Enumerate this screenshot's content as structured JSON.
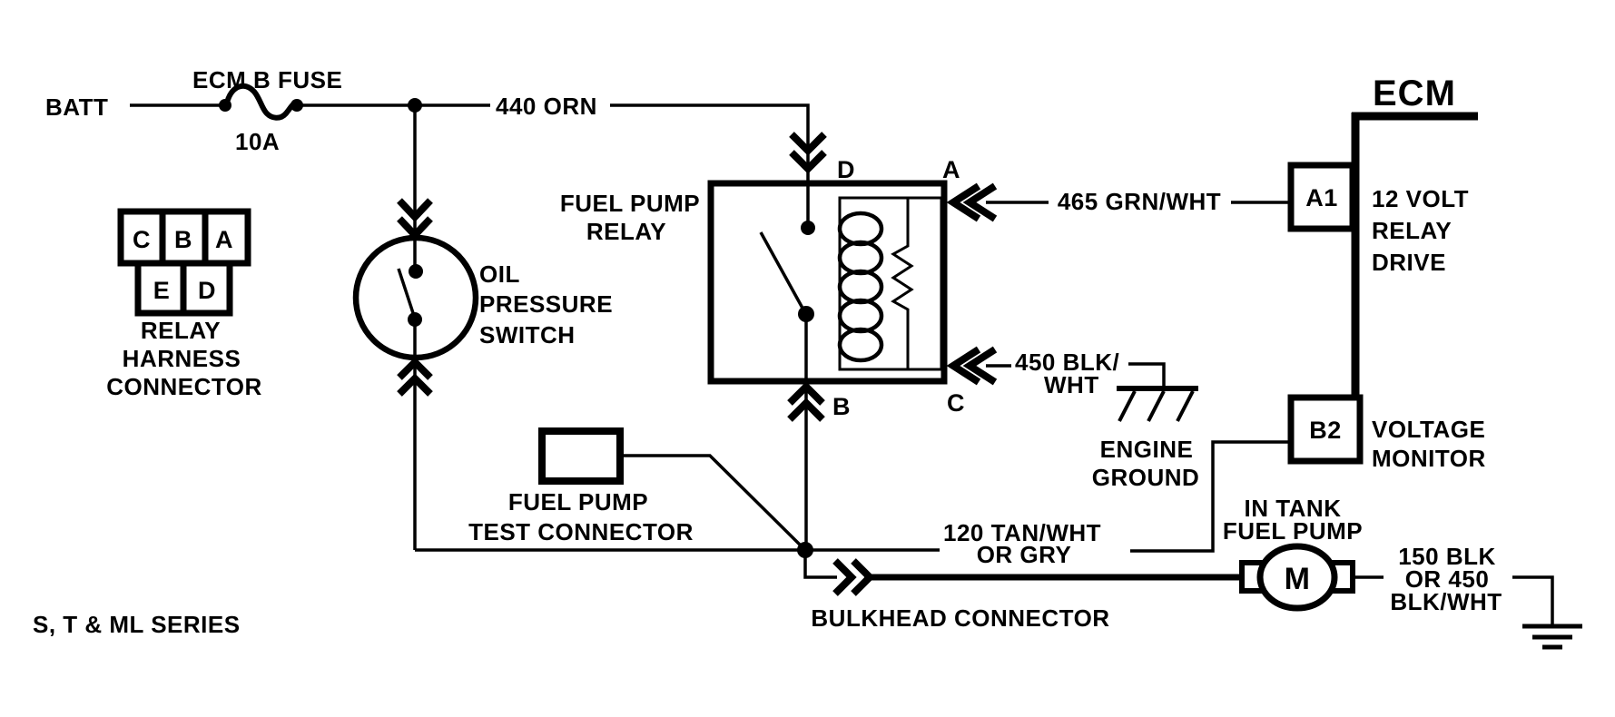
{
  "series_note": "S, T & ML SERIES",
  "battery": {
    "label": "BATT"
  },
  "fuse": {
    "name": "ECM B FUSE",
    "rating": "10A"
  },
  "wires": {
    "orn": "440 ORN",
    "grn_wht": "465 GRN/WHT",
    "blk_wht_line1": "450 BLK/",
    "blk_wht_line2": "WHT",
    "tan_wht_line1": "120 TAN/WHT",
    "tan_wht_line2": "OR GRY",
    "pump_gnd_line1": "150 BLK",
    "pump_gnd_line2": "OR 450",
    "pump_gnd_line3": "BLK/WHT"
  },
  "relay_harness_connector": {
    "pins_top": [
      "C",
      "B",
      "A"
    ],
    "pins_bottom": [
      "E",
      "D"
    ],
    "label": [
      "RELAY",
      "HARNESS",
      "CONNECTOR"
    ]
  },
  "oil_pressure_switch": {
    "label": [
      "OIL",
      "PRESSURE",
      "SWITCH"
    ]
  },
  "fuel_pump_relay": {
    "label": [
      "FUEL PUMP",
      "RELAY"
    ],
    "terminals": {
      "d": "D",
      "a": "A",
      "b": "B",
      "c": "C"
    }
  },
  "fuel_pump_test_connector": {
    "label": [
      "FUEL PUMP",
      "TEST CONNECTOR"
    ]
  },
  "engine_ground": {
    "label": [
      "ENGINE",
      "GROUND"
    ]
  },
  "ecm": {
    "title": "ECM",
    "pin_a1": "A1",
    "pin_a1_function": [
      "12 VOLT",
      "RELAY",
      "DRIVE"
    ],
    "pin_b2": "B2",
    "pin_b2_function": [
      "VOLTAGE",
      "MONITOR"
    ]
  },
  "bulkhead_connector": {
    "label": "BULKHEAD CONNECTOR"
  },
  "in_tank_fuel_pump": {
    "label": [
      "IN TANK",
      "FUEL PUMP"
    ],
    "motor_symbol": "M"
  },
  "colors": {
    "ink": "#000000",
    "background": "#ffffff"
  }
}
